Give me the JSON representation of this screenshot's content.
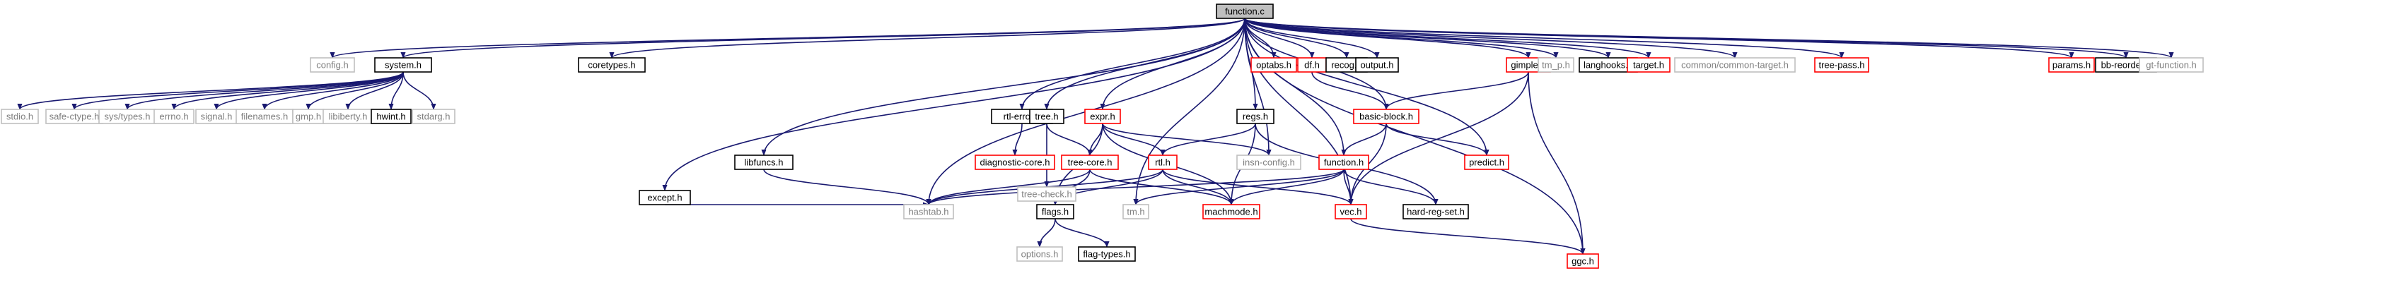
{
  "colors": {
    "edge": "#191970",
    "plain_border": "#000000",
    "documented_border": "#ff0000",
    "undocumented_border": "#bfbfbf",
    "root_fill": "#bfbfbf",
    "gray_text": "#7f7f7f"
  },
  "nodes": [
    {
      "id": "function_c",
      "label": "function.c",
      "kind": "root"
    },
    {
      "id": "config_h",
      "label": "config.h",
      "kind": "gray"
    },
    {
      "id": "system_h",
      "label": "system.h",
      "kind": "black"
    },
    {
      "id": "coretypes_h",
      "label": "coretypes.h",
      "kind": "black"
    },
    {
      "id": "except_h",
      "label": "except.h",
      "kind": "black"
    },
    {
      "id": "libfuncs_h",
      "label": "libfuncs.h",
      "kind": "black"
    },
    {
      "id": "rtl_error_h",
      "label": "rtl-error.h",
      "kind": "black"
    },
    {
      "id": "tree_h",
      "label": "tree.h",
      "kind": "black"
    },
    {
      "id": "expr_h",
      "label": "expr.h",
      "kind": "red"
    },
    {
      "id": "regs_h",
      "label": "regs.h",
      "kind": "black"
    },
    {
      "id": "optabs_h",
      "label": "optabs.h",
      "kind": "red"
    },
    {
      "id": "df_h",
      "label": "df.h",
      "kind": "red"
    },
    {
      "id": "recog_h",
      "label": "recog.h",
      "kind": "black"
    },
    {
      "id": "output_h",
      "label": "output.h",
      "kind": "black"
    },
    {
      "id": "gimple_h",
      "label": "gimple.h",
      "kind": "red"
    },
    {
      "id": "tm_p_h",
      "label": "tm_p.h",
      "kind": "gray"
    },
    {
      "id": "langhooks_h",
      "label": "langhooks.h",
      "kind": "black"
    },
    {
      "id": "target_h",
      "label": "target.h",
      "kind": "red"
    },
    {
      "id": "common_target_h",
      "label": "common/common-target.h",
      "kind": "gray"
    },
    {
      "id": "tree_pass_h",
      "label": "tree-pass.h",
      "kind": "red"
    },
    {
      "id": "params_h",
      "label": "params.h",
      "kind": "red"
    },
    {
      "id": "bb_reorder_h",
      "label": "bb-reorder.h",
      "kind": "black"
    },
    {
      "id": "gt_function_h",
      "label": "gt-function.h",
      "kind": "gray"
    },
    {
      "id": "stdio_h",
      "label": "stdio.h",
      "kind": "gray"
    },
    {
      "id": "safe_ctype_h",
      "label": "safe-ctype.h",
      "kind": "gray"
    },
    {
      "id": "sys_types_h",
      "label": "sys/types.h",
      "kind": "gray"
    },
    {
      "id": "errno_h",
      "label": "errno.h",
      "kind": "gray"
    },
    {
      "id": "signal_h",
      "label": "signal.h",
      "kind": "gray"
    },
    {
      "id": "filenames_h",
      "label": "filenames.h",
      "kind": "gray"
    },
    {
      "id": "gmp_h",
      "label": "gmp.h",
      "kind": "gray"
    },
    {
      "id": "libiberty_h",
      "label": "libiberty.h",
      "kind": "gray"
    },
    {
      "id": "hwint_h",
      "label": "hwint.h",
      "kind": "black"
    },
    {
      "id": "stdarg_h",
      "label": "stdarg.h",
      "kind": "gray"
    },
    {
      "id": "diagnostic_core_h",
      "label": "diagnostic-core.h",
      "kind": "red"
    },
    {
      "id": "tree_check_h",
      "label": "tree-check.h",
      "kind": "gray"
    },
    {
      "id": "tree_core_h",
      "label": "tree-core.h",
      "kind": "red"
    },
    {
      "id": "rtl_h",
      "label": "rtl.h",
      "kind": "red"
    },
    {
      "id": "insn_config_h",
      "label": "insn-config.h",
      "kind": "gray"
    },
    {
      "id": "basic_block_h",
      "label": "basic-block.h",
      "kind": "red"
    },
    {
      "id": "function_h",
      "label": "function.h",
      "kind": "red"
    },
    {
      "id": "predict_h",
      "label": "predict.h",
      "kind": "red"
    },
    {
      "id": "hashtab_h",
      "label": "hashtab.h",
      "kind": "gray"
    },
    {
      "id": "flags_h",
      "label": "flags.h",
      "kind": "black"
    },
    {
      "id": "tm_h",
      "label": "tm.h",
      "kind": "gray"
    },
    {
      "id": "machmode_h",
      "label": "machmode.h",
      "kind": "red"
    },
    {
      "id": "vec_h",
      "label": "vec.h",
      "kind": "red"
    },
    {
      "id": "hard_reg_set_h",
      "label": "hard-reg-set.h",
      "kind": "black"
    },
    {
      "id": "options_h",
      "label": "options.h",
      "kind": "gray"
    },
    {
      "id": "flag_types_h",
      "label": "flag-types.h",
      "kind": "black"
    },
    {
      "id": "ggc_h",
      "label": "ggc.h",
      "kind": "red"
    }
  ],
  "edges": [
    [
      "function_c",
      "config_h"
    ],
    [
      "function_c",
      "system_h"
    ],
    [
      "function_c",
      "coretypes_h"
    ],
    [
      "function_c",
      "except_h"
    ],
    [
      "function_c",
      "libfuncs_h"
    ],
    [
      "function_c",
      "rtl_error_h"
    ],
    [
      "function_c",
      "tree_h"
    ],
    [
      "function_c",
      "expr_h"
    ],
    [
      "function_c",
      "regs_h"
    ],
    [
      "function_c",
      "optabs_h"
    ],
    [
      "function_c",
      "df_h"
    ],
    [
      "function_c",
      "recog_h"
    ],
    [
      "function_c",
      "output_h"
    ],
    [
      "function_c",
      "gimple_h"
    ],
    [
      "function_c",
      "tm_p_h"
    ],
    [
      "function_c",
      "langhooks_h"
    ],
    [
      "function_c",
      "target_h"
    ],
    [
      "function_c",
      "common_target_h"
    ],
    [
      "function_c",
      "tree_pass_h"
    ],
    [
      "function_c",
      "params_h"
    ],
    [
      "function_c",
      "bb_reorder_h"
    ],
    [
      "function_c",
      "gt_function_h"
    ],
    [
      "function_c",
      "basic_block_h"
    ],
    [
      "function_c",
      "predict_h"
    ],
    [
      "function_c",
      "insn_config_h"
    ],
    [
      "function_c",
      "function_h"
    ],
    [
      "function_c",
      "hashtab_h"
    ],
    [
      "function_c",
      "tm_h"
    ],
    [
      "function_c",
      "vec_h"
    ],
    [
      "function_c",
      "ggc_h"
    ],
    [
      "system_h",
      "stdio_h"
    ],
    [
      "system_h",
      "safe_ctype_h"
    ],
    [
      "system_h",
      "sys_types_h"
    ],
    [
      "system_h",
      "errno_h"
    ],
    [
      "system_h",
      "signal_h"
    ],
    [
      "system_h",
      "filenames_h"
    ],
    [
      "system_h",
      "gmp_h"
    ],
    [
      "system_h",
      "libiberty_h"
    ],
    [
      "system_h",
      "hwint_h"
    ],
    [
      "system_h",
      "stdarg_h"
    ],
    [
      "except_h",
      "hashtab_h"
    ],
    [
      "libfuncs_h",
      "hashtab_h"
    ],
    [
      "rtl_error_h",
      "diagnostic_core_h"
    ],
    [
      "tree_h",
      "tree_check_h"
    ],
    [
      "tree_h",
      "tree_core_h"
    ],
    [
      "expr_h",
      "tree_core_h"
    ],
    [
      "expr_h",
      "rtl_h"
    ],
    [
      "expr_h",
      "insn_config_h"
    ],
    [
      "expr_h",
      "flags_h"
    ],
    [
      "expr_h",
      "machmode_h"
    ],
    [
      "regs_h",
      "rtl_h"
    ],
    [
      "regs_h",
      "machmode_h"
    ],
    [
      "regs_h",
      "hard_reg_set_h"
    ],
    [
      "df_h",
      "basic_block_h"
    ],
    [
      "gimple_h",
      "basic_block_h"
    ],
    [
      "gimple_h",
      "vec_h"
    ],
    [
      "gimple_h",
      "ggc_h"
    ],
    [
      "basic_block_h",
      "predict_h"
    ],
    [
      "basic_block_h",
      "function_h"
    ],
    [
      "basic_block_h",
      "vec_h"
    ],
    [
      "tree_core_h",
      "hashtab_h"
    ],
    [
      "tree_core_h",
      "flags_h"
    ],
    [
      "tree_core_h",
      "machmode_h"
    ],
    [
      "rtl_h",
      "hashtab_h"
    ],
    [
      "rtl_h",
      "flags_h"
    ],
    [
      "rtl_h",
      "machmode_h"
    ],
    [
      "rtl_h",
      "vec_h"
    ],
    [
      "function_h",
      "hashtab_h"
    ],
    [
      "function_h",
      "tm_h"
    ],
    [
      "function_h",
      "machmode_h"
    ],
    [
      "function_h",
      "vec_h"
    ],
    [
      "function_h",
      "hard_reg_set_h"
    ],
    [
      "flags_h",
      "options_h"
    ],
    [
      "flags_h",
      "flag_types_h"
    ],
    [
      "vec_h",
      "ggc_h"
    ]
  ]
}
